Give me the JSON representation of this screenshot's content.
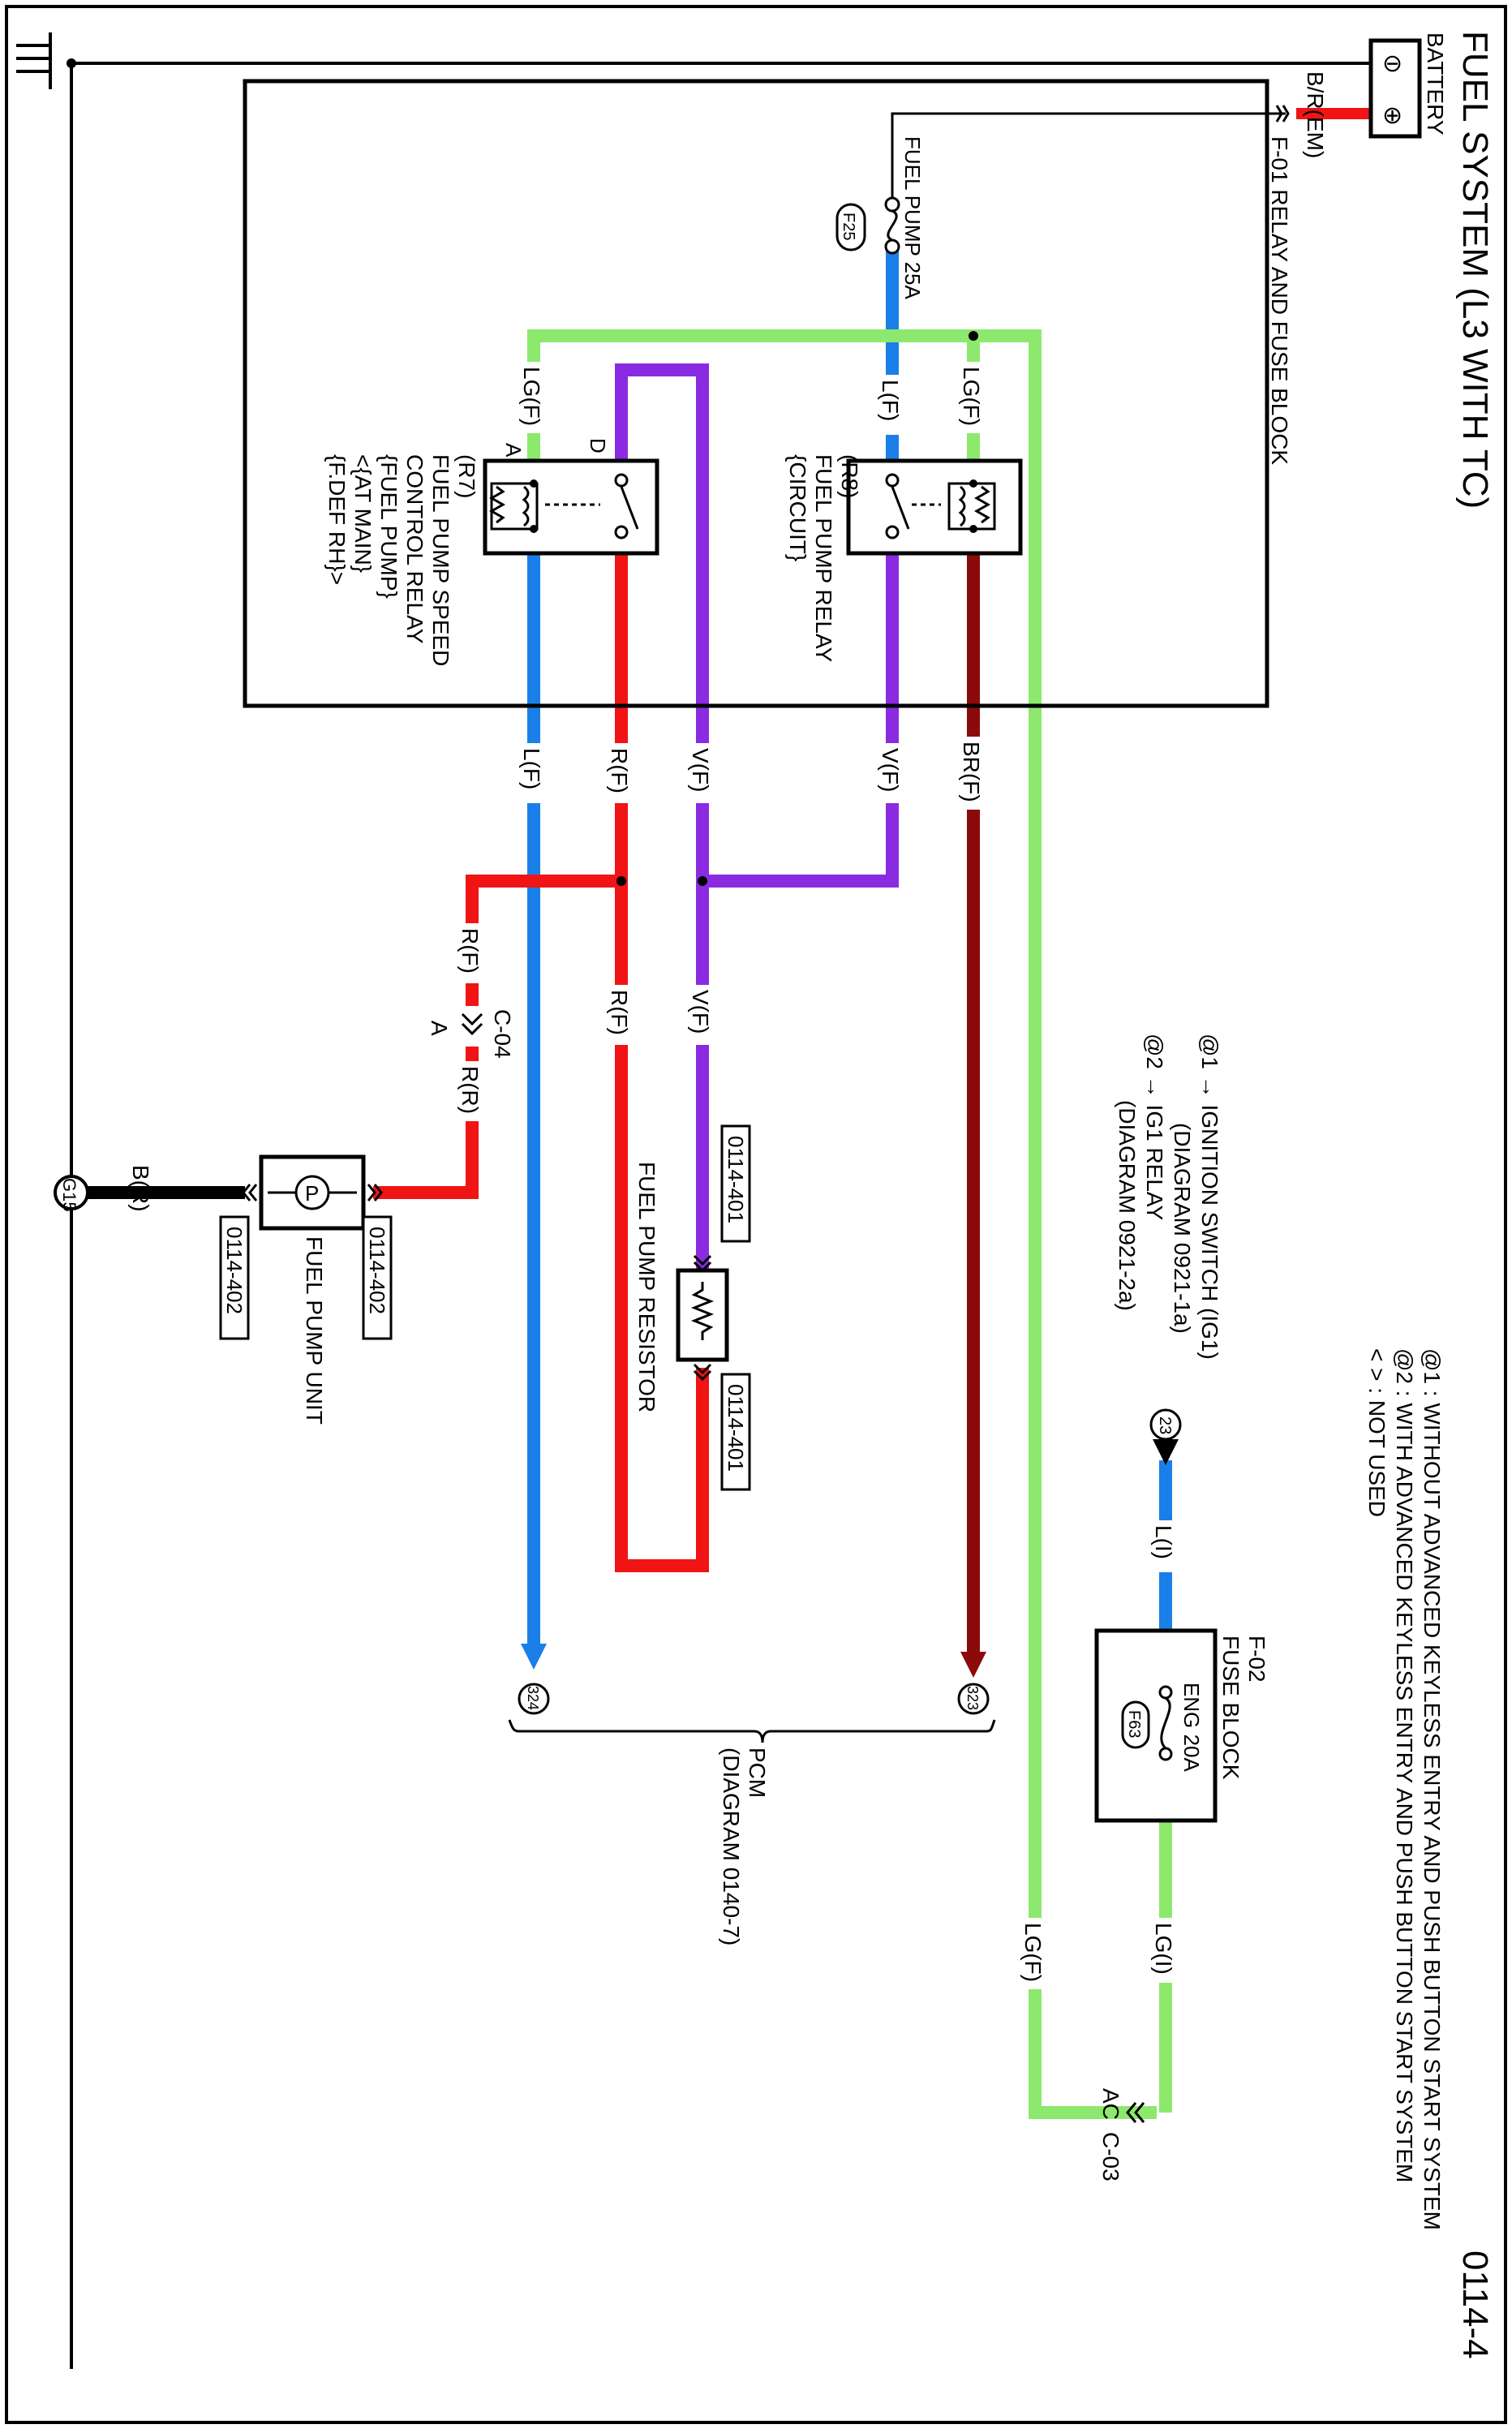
{
  "page": {
    "title": "FUEL SYSTEM (L3 WITH TC)",
    "diagram_number": "0114-4"
  },
  "notes": {
    "n1": "@1 : WITHOUT ADVANCED KEYLESS ENTRY AND PUSH BUTTON START SYSTEM",
    "n2": "@2 : WITH ADVANCED KEYLESS ENTRY AND PUSH BUTTON START SYSTEM",
    "n3": "< > : NOT USED"
  },
  "battery": {
    "label": "BATTERY",
    "minus": "⊖",
    "plus": "⊕",
    "wire": "B/R(EM)"
  },
  "relay_block": {
    "label": "F-01  RELAY AND FUSE BLOCK",
    "fuse_label": "FUEL PUMP 25A",
    "fuse_id": "F25"
  },
  "relay_r8": {
    "label": [
      "(R8)",
      "FUEL PUMP RELAY",
      "{CIRCUIT}"
    ]
  },
  "relay_r7": {
    "label": [
      "(R7)",
      "FUEL PUMP SPEED",
      "CONTROL RELAY",
      "{FUEL PUMP}",
      "<{AT MAIN}",
      "{F.DEF RH}>"
    ],
    "pin_d": "D",
    "pin_a": "A"
  },
  "wires": {
    "lg_f": "LG(F)",
    "l_f": "L(F)",
    "r_f": "R(F)",
    "v_f": "V(F)",
    "br_f": "BR(F)",
    "r_r": "R(R)",
    "b_r": "B(R)",
    "l_i": "L(I)",
    "lg_i": "LG(I)"
  },
  "connector_c04": {
    "name": "C-04",
    "pin": "A"
  },
  "connector_c03": {
    "name": "C-03",
    "pin": "AC"
  },
  "ref_boxes": {
    "r401": "0114-401",
    "r402": "0114-402"
  },
  "fuel_pump_resistor": {
    "label": "FUEL PUMP RESISTOR"
  },
  "fuel_pump_unit": {
    "label": "FUEL PUMP UNIT",
    "symbol": "P"
  },
  "ground": {
    "id": "G15"
  },
  "ignition_refs": {
    "line1": "@1 → IGNITION SWITCH (IG1)",
    "line2": "(DIAGRAM 0921-1a)",
    "line3": "@2 → IG1 RELAY",
    "line4": "(DIAGRAM 0921-2a)"
  },
  "fuse_block_f02": {
    "name": "F-02",
    "label": "FUSE BLOCK",
    "fuse_label": "ENG 20A",
    "fuse_id": "F63"
  },
  "terminals": {
    "t23": "23",
    "t323": "323",
    "t324": "324"
  },
  "pcm": {
    "label": "PCM",
    "ref": "(DIAGRAM 0140-7)"
  },
  "colors": {
    "red": "#f01414",
    "dark_red": "#8c0a0a",
    "blue": "#1a7fe8",
    "violet": "#8a2be2",
    "light_green": "#8de86e",
    "black": "#000000"
  }
}
